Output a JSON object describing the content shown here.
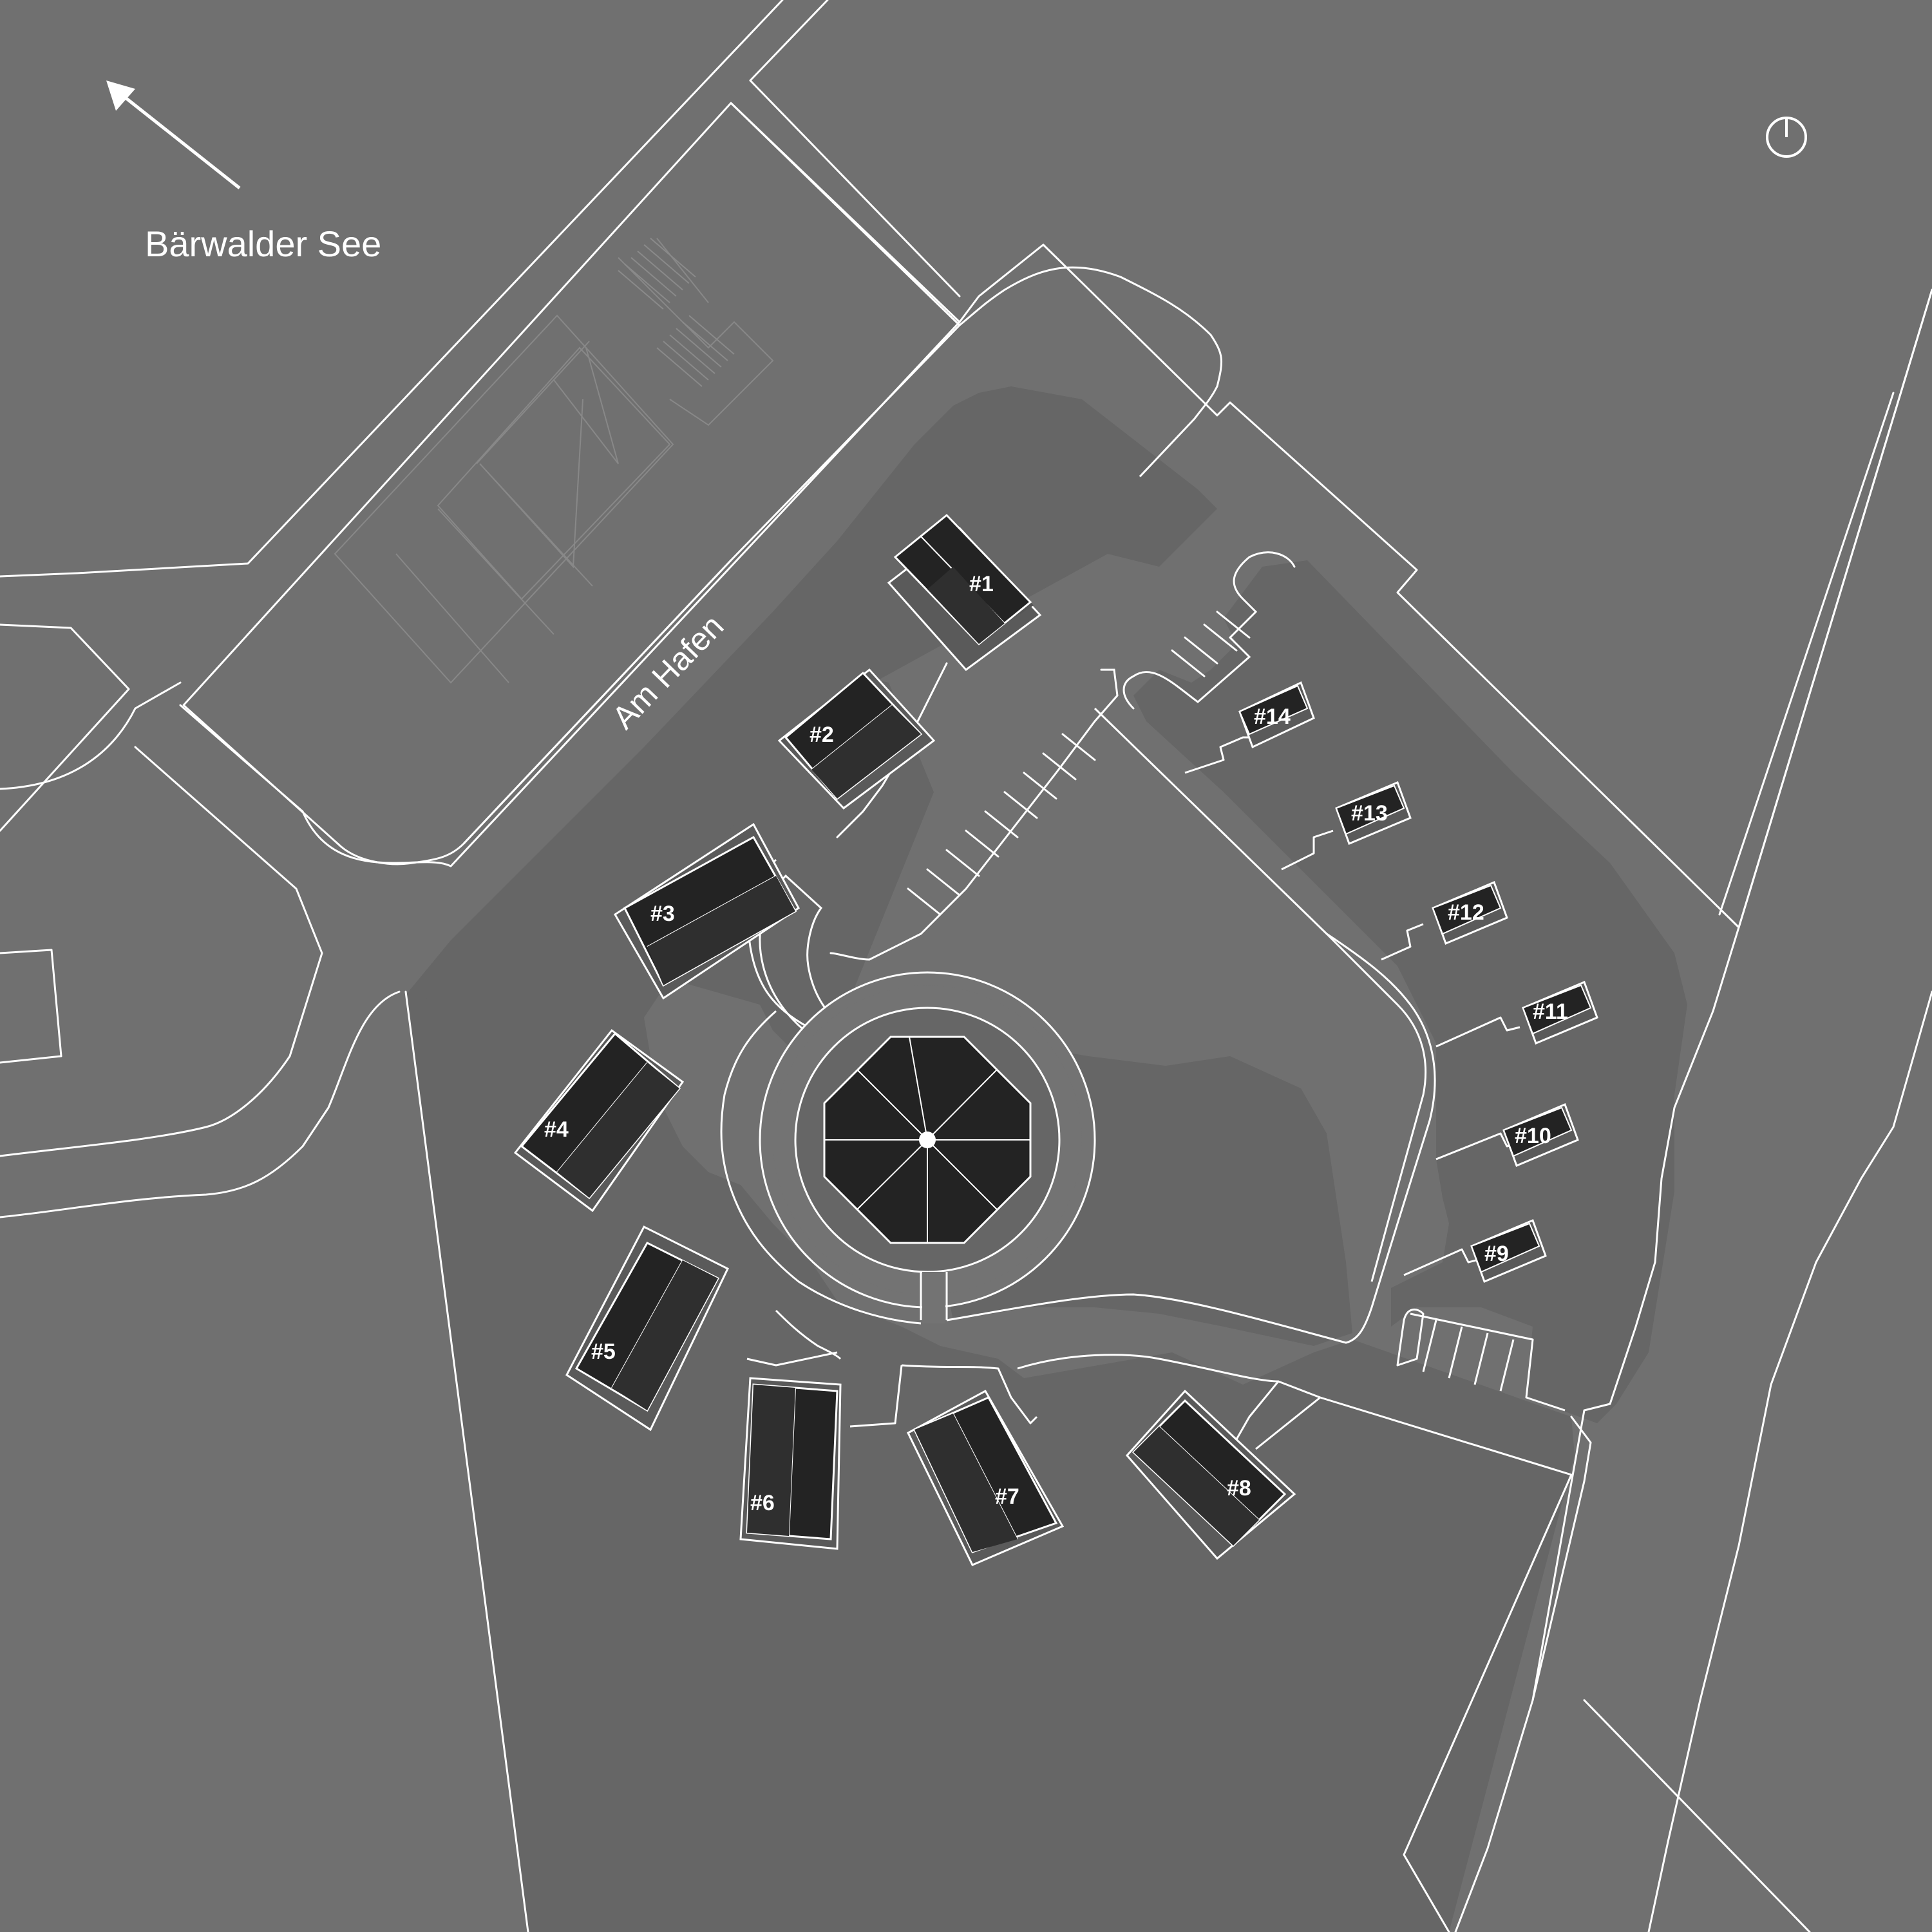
{
  "map": {
    "lake_label": "Bärwalder See",
    "street_label": "Am Hafen",
    "buildings": [
      {
        "label": "#1"
      },
      {
        "label": "#2"
      },
      {
        "label": "#3"
      },
      {
        "label": "#4"
      },
      {
        "label": "#5"
      },
      {
        "label": "#6"
      },
      {
        "label": "#7"
      },
      {
        "label": "#8"
      },
      {
        "label": "#9"
      },
      {
        "label": "#10"
      },
      {
        "label": "#11"
      },
      {
        "label": "#12"
      },
      {
        "label": "#13"
      },
      {
        "label": "#14"
      }
    ],
    "icons": {
      "north_arrow": "arrow-northwest-icon",
      "power": "power-icon"
    },
    "colors": {
      "background": "#707070",
      "land": "#666666",
      "road": "#737373",
      "building": "#2f2f2f",
      "building_dark": "#232323",
      "line": "#ffffff"
    }
  }
}
